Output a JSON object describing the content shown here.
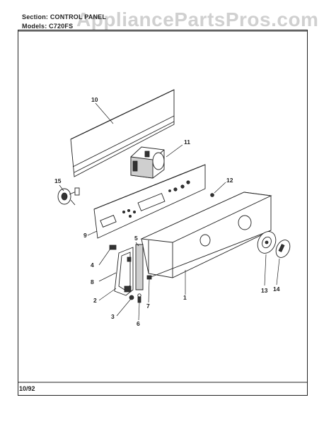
{
  "header": {
    "section_label": "Section:",
    "section_value": "CONTROL PANEL",
    "model_label": "Models:",
    "model_value": "C720FS"
  },
  "watermark": "AppliancePartsPros.com",
  "footer": {
    "date": "10/92"
  },
  "callouts": [
    "1",
    "2",
    "3",
    "4",
    "5",
    "6",
    "7",
    "8",
    "9",
    "10",
    "11",
    "12",
    "13",
    "14",
    "15"
  ]
}
